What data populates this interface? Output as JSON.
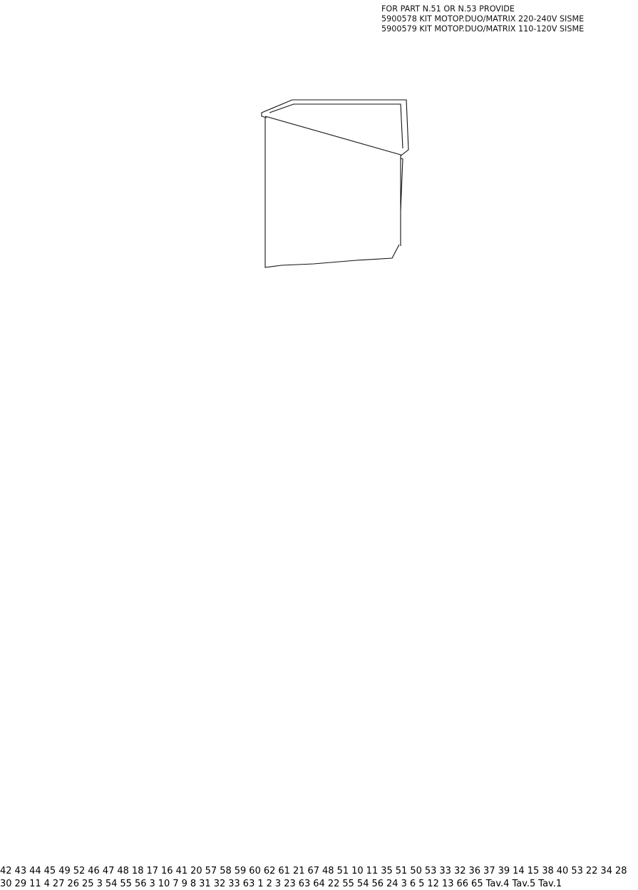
{
  "header": {
    "line1": "FOR PART N.51 OR N.53 PROVIDE",
    "line2": "5900578 KIT MOTOP.DUO/MATRIX 220-240V SISME",
    "line3": "5900579 KIT MOTOP.DUO/MATRIX 110-120V SISME"
  },
  "refs": {
    "tav4": "Tav.4",
    "tav5": "Tav.5",
    "tav1": "Tav.1"
  },
  "callouts": {
    "c42": "42",
    "c43": "43",
    "c44": "44",
    "c45": "45",
    "c49": "49",
    "c52": "52",
    "c46": "46",
    "c47": "47",
    "c48a": "48",
    "c18": "18",
    "c17": "17",
    "c16": "16",
    "c41": "41",
    "c20": "20",
    "c57": "57",
    "c58": "58",
    "c59": "59",
    "c60": "60",
    "c62": "62",
    "c61": "61",
    "c21": "21",
    "c67": "67",
    "c48b": "48",
    "c51a": "51",
    "c10a": "10",
    "c11a": "11",
    "c35": "35",
    "c51b": "51",
    "c50": "50",
    "c53a": "53",
    "c33a": "33",
    "c32a": "32",
    "c36": "36",
    "c37": "37",
    "c39": "39",
    "c14": "14",
    "c15": "15",
    "c38": "38",
    "c40": "40",
    "c53b": "53",
    "c22a": "22",
    "c34": "34",
    "c28": "28",
    "c30": "30",
    "c29": "29",
    "c11b": "11",
    "c4": "4",
    "c27": "27",
    "c26": "26",
    "c25": "25",
    "c3a": "3",
    "c54a": "54",
    "c55a": "55",
    "c56a": "56",
    "c3b": "3",
    "c10b": "10",
    "c7": "7",
    "c9": "9",
    "c8": "8",
    "c31": "31",
    "c32b": "32",
    "c33b": "33",
    "c63a": "63",
    "c1": "1",
    "c2": "2",
    "c3c": "3",
    "c23": "23",
    "c63b": "63",
    "c64": "64",
    "c22b": "22",
    "c55b": "55",
    "c54b": "54",
    "c56b": "56",
    "c24": "24",
    "c3d": "3",
    "c6": "6",
    "c5": "5",
    "c12": "12",
    "c13": "13",
    "c66": "66",
    "c65": "65"
  },
  "colors": {
    "highlight": "#e00000",
    "ink": "#111111"
  }
}
